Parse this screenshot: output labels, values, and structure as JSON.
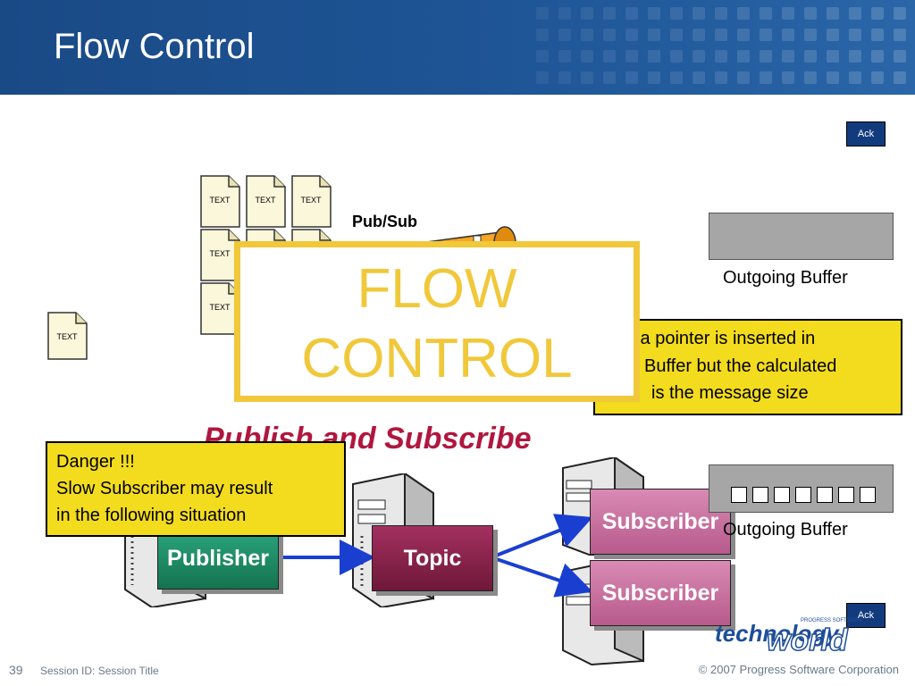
{
  "slide": {
    "title": "Flow Control",
    "page_number": "39",
    "session": "Session ID: Session Title",
    "copyright": "© 2007 Progress Software Corporation"
  },
  "documents": {
    "label": "TEXT"
  },
  "pubsub_label": "Pub/Sub",
  "flow_control": {
    "line1": "FLOW",
    "line2": "CONTROL"
  },
  "buffers": {
    "top_label": "Outgoing Buffer",
    "bottom_label": "Outgoing Buffer",
    "bottom_slots": 7
  },
  "ack": {
    "top": "Ack",
    "bottom": "Ack"
  },
  "pointer_note": {
    "line1": "y a pointer is inserted in",
    "line2": "Buffer but the calculated",
    "line3": "is the message size"
  },
  "heading": "Publish and Subscribe",
  "danger": {
    "line1": "Danger !!!",
    "line2": "Slow Subscriber may result",
    "line3": "in the following situation"
  },
  "nodes": {
    "publisher": "Publisher",
    "topic": "Topic",
    "subscriber_1": "Subscriber",
    "subscriber_2": "Subscriber"
  },
  "brand": {
    "word1": "technology",
    "word2": "world",
    "tag": "PROGRESS SOFTWARE"
  },
  "colors": {
    "header": "#1e5596",
    "flow_border": "#f0c83a",
    "heading": "#b0173e",
    "publisher": "#1f8f6a",
    "topic": "#8a2048",
    "subscriber": "#c26a9a",
    "note_yellow": "#f3dc1e",
    "ack": "#123b7e"
  }
}
